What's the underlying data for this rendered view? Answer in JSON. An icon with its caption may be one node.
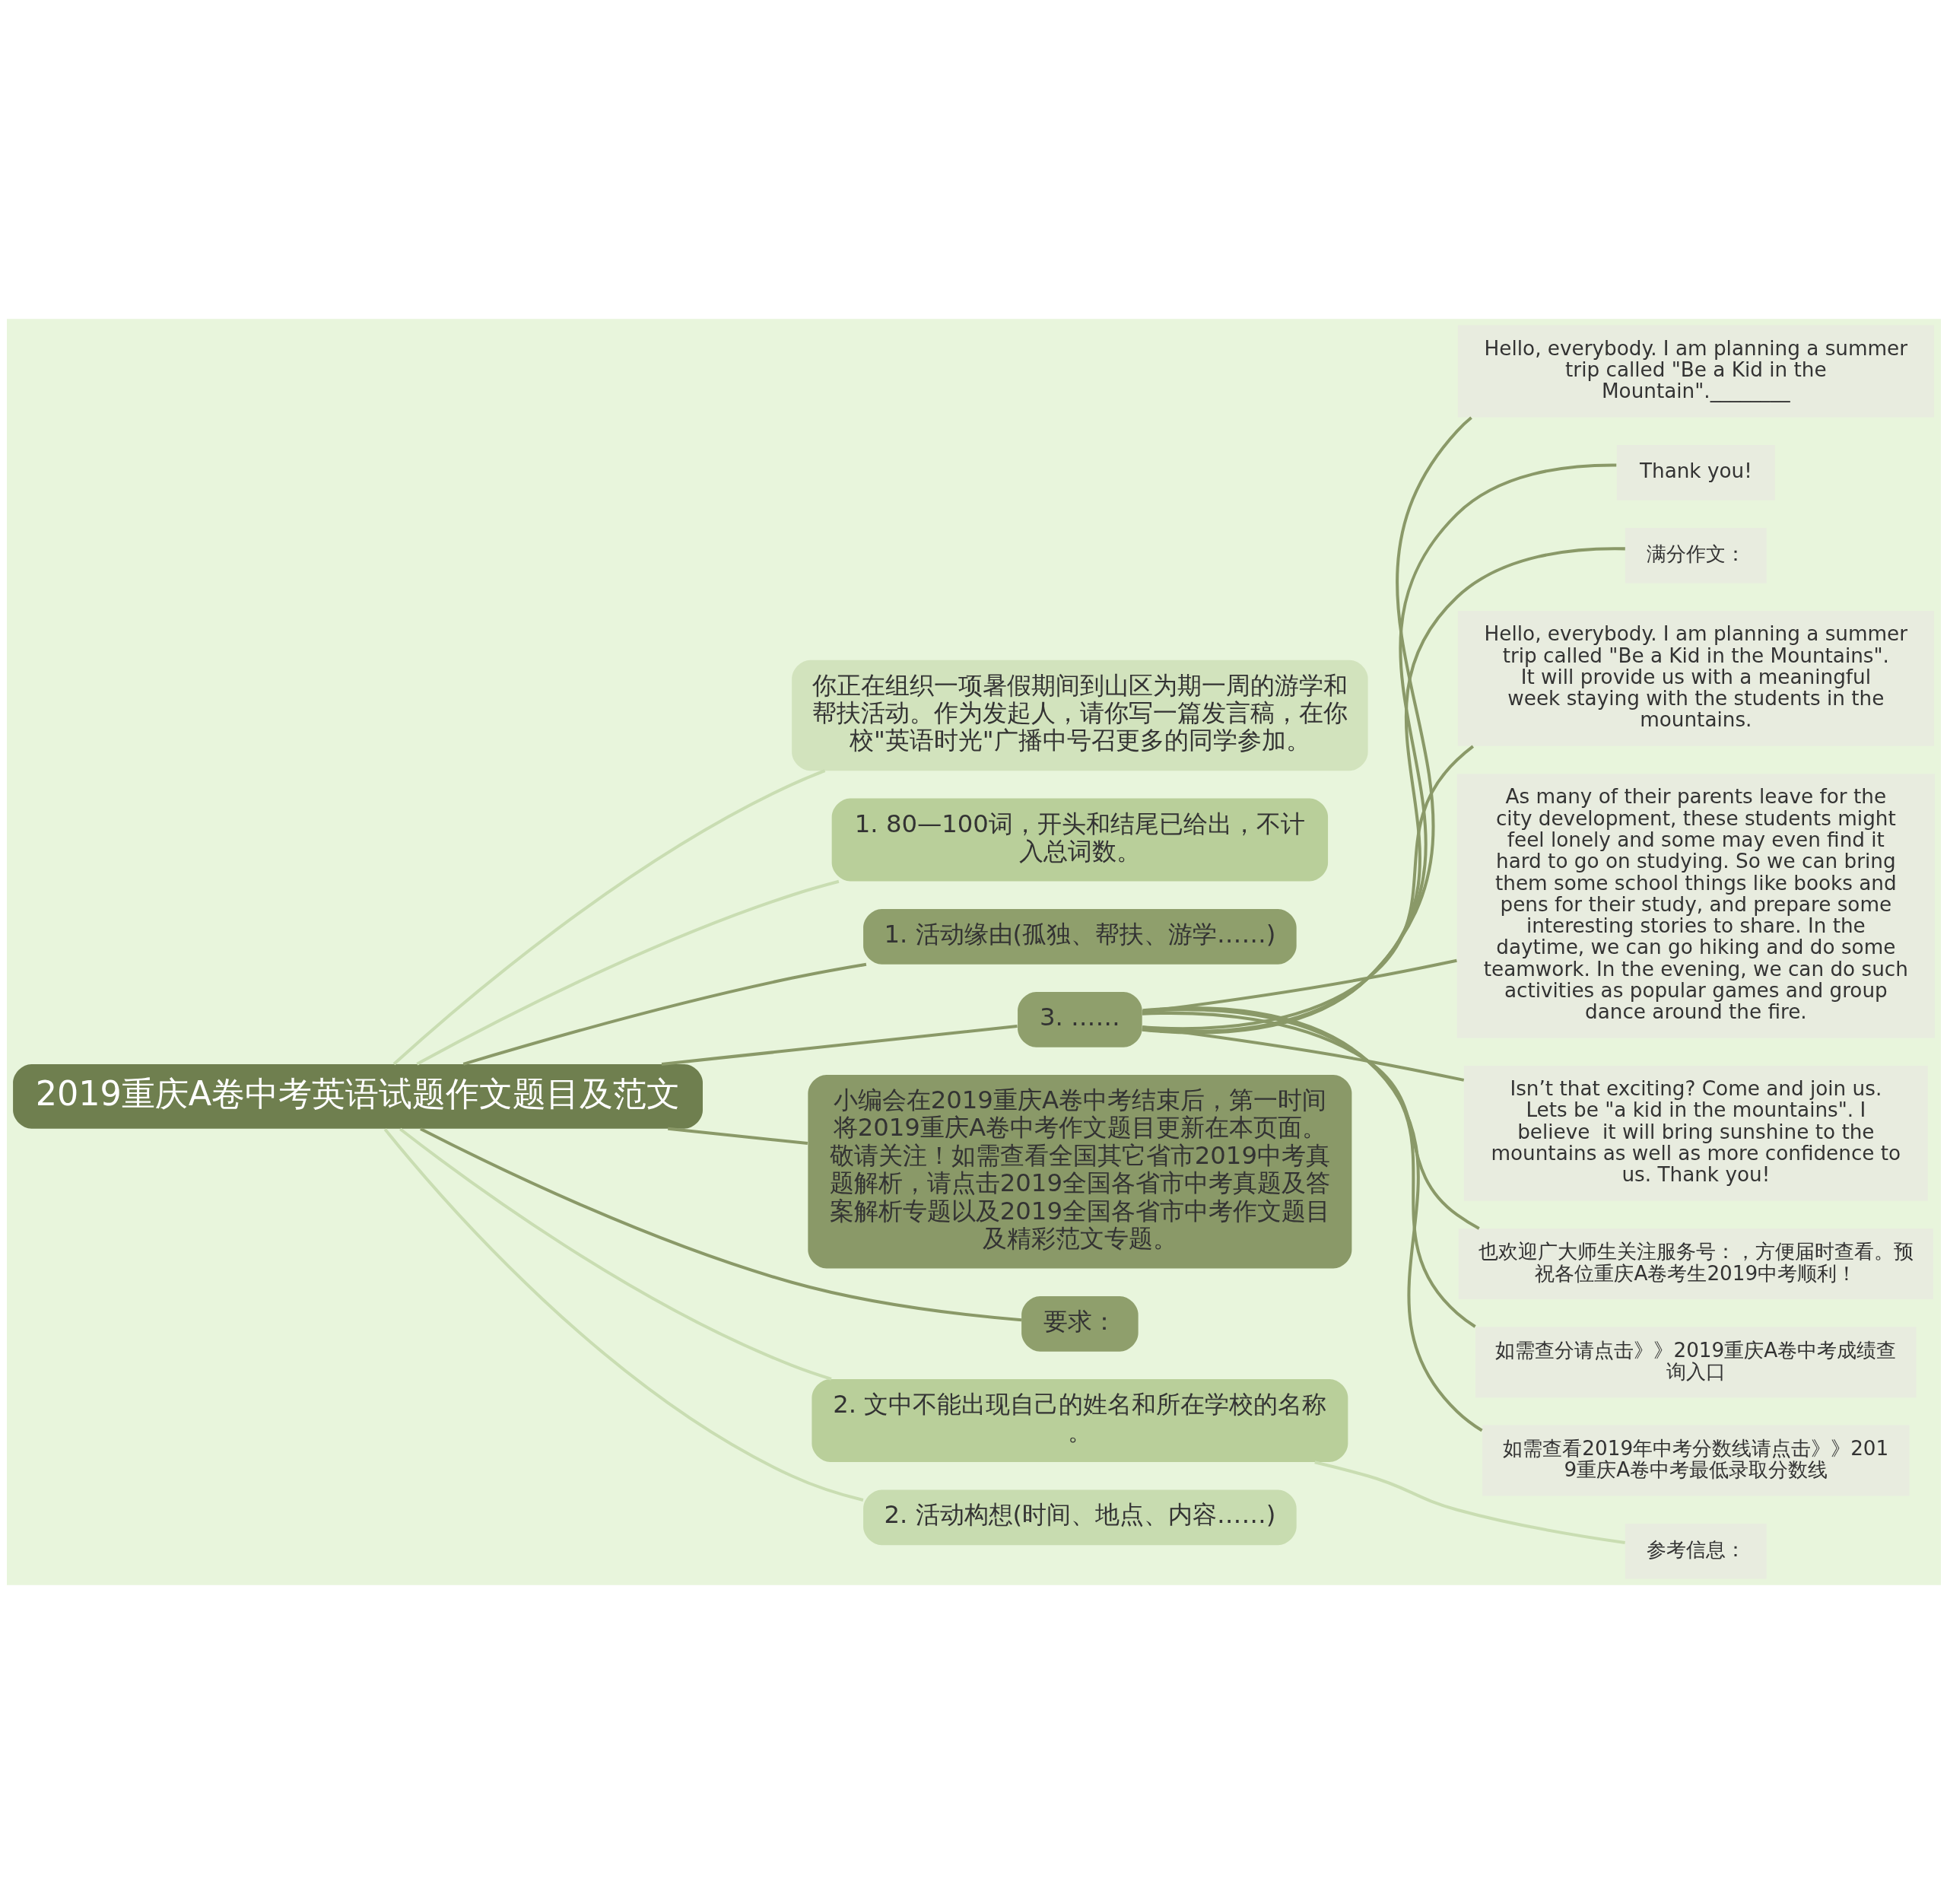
{
  "diagram": {
    "nodes": [
      {
        "text": [
          "2019重庆A卷中考英语试题作文题目及范文"
        ]
      },
      {
        "text": [
          "你正在组织一项暑假期间到山区为期一周的游学和帮扶活动。作为发起人，请你写一篇发言稿，在你校\"英语时光\"广播中号召更多的同学参加。"
        ]
      },
      {
        "text": [
          "1. 80—100词，开头和结尾已给出，不计入总词数。"
        ]
      },
      {
        "text": [
          "1. 活动缘由(孤独、帮扶、游学……)"
        ]
      },
      {
        "text": [
          "3. ……"
        ]
      },
      {
        "text": [
          "Hello, everybody. I am planning a summer trip called \"Be a Kid in the Mountain\".________"
        ]
      },
      {
        "text": [
          "Thank you!"
        ]
      },
      {
        "text": [
          "满分作文："
        ]
      },
      {
        "text": [
          "Hello, everybody. I am planning a summer trip called \"Be a Kid in the Mountains\". It will provide us with a meaningful week staying with the students in the mountains."
        ]
      },
      {
        "text": [
          "As many of their parents leave for the city development, these students might feel lonely and some may even find it hard to go on studying. So we can bring them some school things like books and pens for their study, and prepare some interesting stories to share. In the daytime, we can go hiking and do some teamwork. In the evening, we can do such activities as popular games and group dance around the fire."
        ]
      },
      {
        "text": [
          "Isn’t that exciting? Come and join us. Lets be \"a kid in the mountains\". I believe  it will bring sunshine to the mountains as well as more confidence to us. Thank you!"
        ]
      },
      {
        "text": [
          "也欢迎广大师生关注服务号：，方便届时查看。预祝各位重庆A卷考生2019中考顺利！"
        ]
      },
      {
        "text": [
          "如需查分请点击》》2019重庆A卷中考成绩查询入口"
        ]
      },
      {
        "text": [
          "如需查看2019年中考分数线请点击》》2019重庆A卷中考最低录取分数线"
        ]
      },
      {
        "text": [
          "小编会在2019重庆A卷中考结束后，第一时间将2019重庆A卷中考作文题目更新在本页面。敬请关注！如需查看全国其它省市2019中考真题解析，请点击2019全国各省市中考真题及答案解析专题以及2019全国各省市中考作文题目及精彩范文专题。"
        ]
      },
      {
        "text": [
          "要求："
        ]
      },
      {
        "text": [
          "2. 文中不能出现自己的姓名和所在学校的名称。"
        ]
      },
      {
        "text": [
          "参考信息："
        ]
      },
      {
        "text": [
          "2. 活动构想(时间、地点、内容……)"
        ]
      }
    ],
    "edges": [
      {
        "from": 0,
        "to": 1,
        "arrow": "none",
        "color": "#c9ddb2"
      },
      {
        "from": 0,
        "to": 2,
        "arrow": "none",
        "color": "#c9ddb2"
      },
      {
        "from": 0,
        "to": 3,
        "arrow": "none"
      },
      {
        "from": 0,
        "to": 4,
        "arrow": "none"
      },
      {
        "from": 4,
        "to": 5,
        "arrow": "none"
      },
      {
        "from": 4,
        "to": 6,
        "arrow": "none"
      },
      {
        "from": 4,
        "to": 7,
        "arrow": "none"
      },
      {
        "from": 4,
        "to": 8,
        "arrow": "none"
      },
      {
        "from": 4,
        "to": 9,
        "arrow": "none"
      },
      {
        "from": 4,
        "to": 10,
        "arrow": "none"
      },
      {
        "from": 4,
        "to": 11,
        "arrow": "none"
      },
      {
        "from": 4,
        "to": 12,
        "arrow": "none"
      },
      {
        "from": 4,
        "to": 13,
        "arrow": "none"
      },
      {
        "from": 0,
        "to": 14,
        "arrow": "none"
      },
      {
        "from": 0,
        "to": 15,
        "arrow": "none"
      },
      {
        "from": 0,
        "to": 16,
        "arrow": "none",
        "color": "#c9ddb2"
      },
      {
        "from": 16,
        "to": 17,
        "arrow": "none",
        "color": "#c9ddb2"
      },
      {
        "from": 0,
        "to": 18,
        "arrow": "none",
        "color": "#c9ddb2"
      }
    ]
  }
}
